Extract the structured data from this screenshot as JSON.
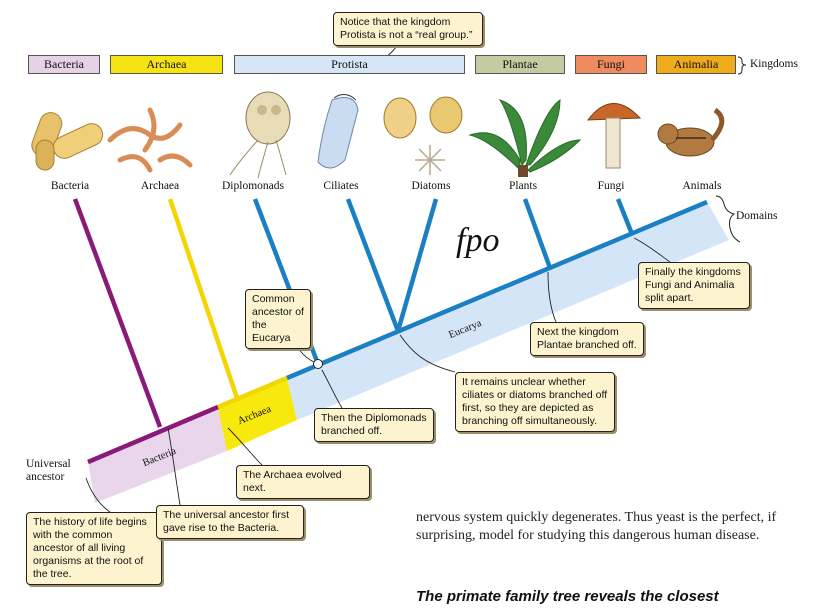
{
  "note_top": "Notice that the kingdom Protista is not a “real group.”",
  "kingdoms_label": "Kingdoms",
  "kingdoms": [
    {
      "label": "Bacteria",
      "color": "#e6d1e6"
    },
    {
      "label": "Archaea",
      "color": "#f5e312"
    },
    {
      "label": "Protista",
      "color": "#d6e6f6"
    },
    {
      "label": "Plantae",
      "color": "#c5cba0"
    },
    {
      "label": "Fungi",
      "color": "#f08a5f"
    },
    {
      "label": "Animalia",
      "color": "#eeab1c"
    }
  ],
  "organisms": [
    "Bacteria",
    "Archaea",
    "Diplomonads",
    "Ciliates",
    "Diatoms",
    "Plants",
    "Fungi",
    "Animals"
  ],
  "domains_label": "Domains",
  "placeholder": "fpo",
  "domains": {
    "bacteria": "Bacteria",
    "archaea": "Archaea",
    "eucarya": "Eucarya"
  },
  "universal_ancestor": "Universal ancestor",
  "callouts": {
    "root": "The history of life begins with the common ancestor of all living organisms at the root of the tree.",
    "bacteria": "The universal ancestor first gave rise to the Bacteria.",
    "archaea": "The Archaea evolved next.",
    "common_ancestor": "Common ancestor of the Eucarya",
    "diplomonads": "Then the Diplomonads branched off.",
    "ciliates": "It remains unclear whether ciliates or diatoms branched off first, so they are depicted as branching off simultaneously.",
    "plantae": "Next the kingdom Plantae branched off.",
    "fungi": "Finally the kingdoms Fungi and Animalia split apart."
  },
  "colors": {
    "bacteria_line": "#8a1a78",
    "archaea_line": "#f2d600",
    "eucarya_line": "#1a7fc3"
  },
  "body_text": "nervous system quickly degenerates. Thus yeast is the perfect, if surprising, model for studying this dangerous human disease.",
  "section_heading": "The primate family tree reveals the closest"
}
